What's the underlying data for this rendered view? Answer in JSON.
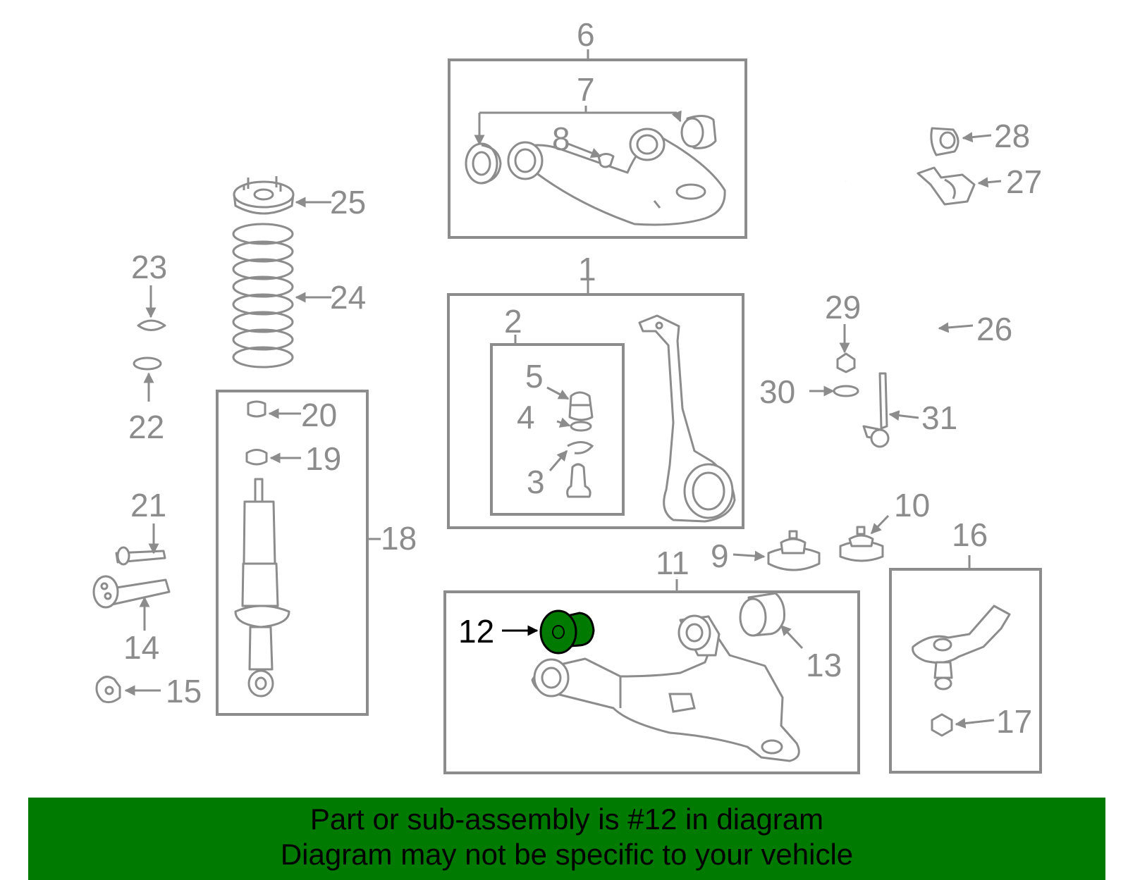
{
  "highlight_color": "#007a00",
  "highlighted_part": "12",
  "callouts": [
    "1",
    "2",
    "3",
    "4",
    "5",
    "6",
    "7",
    "8",
    "9",
    "10",
    "11",
    "12",
    "13",
    "14",
    "15",
    "16",
    "17",
    "18",
    "19",
    "20",
    "21",
    "22",
    "23",
    "24",
    "25",
    "26",
    "27",
    "28",
    "29",
    "30",
    "31"
  ],
  "banner": {
    "line1": "Part or sub-assembly is #12 in diagram",
    "line2": "Diagram may not be specific to your vehicle"
  }
}
